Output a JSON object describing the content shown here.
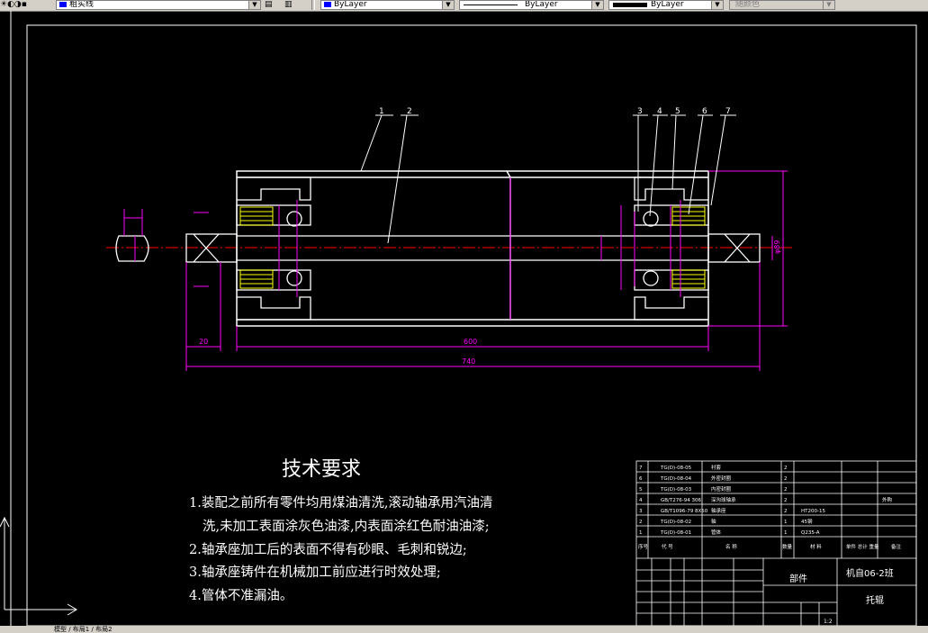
{
  "toolbar": {
    "layer_value": "粗实线",
    "color_value": "ByLayer",
    "linetype_value": "ByLayer",
    "lineweight_value": "ByLayer",
    "plotstyle_value": "随颜色"
  },
  "tech_requirements": {
    "title": "技术要求",
    "items": [
      "1.装配之前所有零件均用煤油清洗,滚动轴承用汽油清",
      "洗,未加工表面涂灰色油漆,内表面涂红色耐油油漆;",
      "2.轴承座加工后的表面不得有砂眼、毛刺和锐边;",
      "3.轴承座铸件在机械加工前应进行时效处理;",
      "4.管体不准漏油。"
    ]
  },
  "dimensions": {
    "left_len": "20",
    "tube_len": "600",
    "total_len": "740",
    "tube_dia": "φ89",
    "balloons": [
      "1",
      "2",
      "3",
      "4",
      "5",
      "6",
      "7"
    ]
  },
  "title_block": {
    "part_name": "托辊",
    "class": "机自06-2班",
    "label_assembly": "部件",
    "headers": [
      "序号",
      "代  号",
      "名  称",
      "数量",
      "材  料",
      "单件 总计 重量",
      "备注"
    ],
    "rows": [
      [
        "7",
        "TG(D)-08-05",
        "衬套",
        "2",
        "",
        ""
      ],
      [
        "6",
        "TG(D)-08-04",
        "外密封圈",
        "2",
        "",
        ""
      ],
      [
        "5",
        "TG(D)-08-03",
        "内密封圈",
        "2",
        "",
        ""
      ],
      [
        "4",
        "GB/T276-94 306",
        "深沟球轴承",
        "2",
        "",
        "外购"
      ],
      [
        "3",
        "GB/T1096-79 8X50",
        "轴承座",
        "2",
        "HT200-15",
        ""
      ],
      [
        "2",
        "TG(D)-08-02",
        "轴",
        "1",
        "45钢",
        ""
      ],
      [
        "1",
        "TG(D)-08-01",
        "管体",
        "1",
        "Q235-A",
        ""
      ]
    ],
    "scale": "1:2"
  },
  "status": {
    "tabs": "模型 / 布局1 / 布局2"
  },
  "colors": {
    "background": "#000000",
    "outline": "#ffffff",
    "dimension": "#ff00ff",
    "centerline": "#ff0000",
    "bearing": "#ffff00"
  }
}
